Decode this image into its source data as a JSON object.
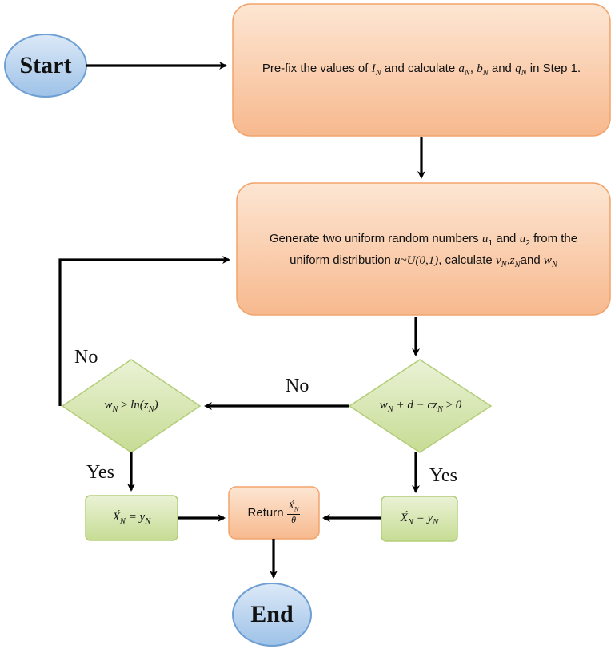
{
  "nodes": {
    "start": "Start",
    "end": "End",
    "step1": {
      "pre": "Pre-fix the values of ",
      "i": "I",
      "sub_n": "N",
      "mid1": " and calculate ",
      "a": "a",
      "sep1": ",  ",
      "b": "b",
      "mid2": "  and ",
      "q": "q",
      "post": "  in Step 1."
    },
    "generate": {
      "pre": "Generate two uniform random numbers ",
      "u": "u",
      "sub1": "1",
      "and": " and ",
      "sub2": "2",
      "mid": "  from the uniform distribution ",
      "dist": "u~U(0,1)",
      "calc": ", calculate ",
      "v": "v",
      "z": "z",
      "comma": ",",
      "and2": "and ",
      "w": "w",
      "sub_n": "N"
    },
    "condition_right": {
      "w": "w",
      "rest": " + d − cz",
      "tail": " ≥ 0",
      "sub_n": "N"
    },
    "condition_left": {
      "w": "w",
      "rest": " ≥ ln(z",
      "tail": ")",
      "sub_n": "N"
    },
    "assign": {
      "x": "X́",
      "eq": " = y",
      "sub_n": "N"
    },
    "return": {
      "label": "Return",
      "num": "X́",
      "den": "θ",
      "sub_n": "N"
    }
  },
  "labels": {
    "no_left": "No",
    "no_mid": "No",
    "yes_left": "Yes",
    "yes_right": "Yes"
  },
  "colors": {
    "box_fill": "#f9c9a6",
    "box_stroke": "#f2a36a",
    "oval_fill": "#b9d4ef",
    "oval_stroke": "#6e9fd3",
    "diamond_fill": "#d8e6b4",
    "diamond_stroke": "#b3cd79",
    "arrow": "#000000"
  }
}
